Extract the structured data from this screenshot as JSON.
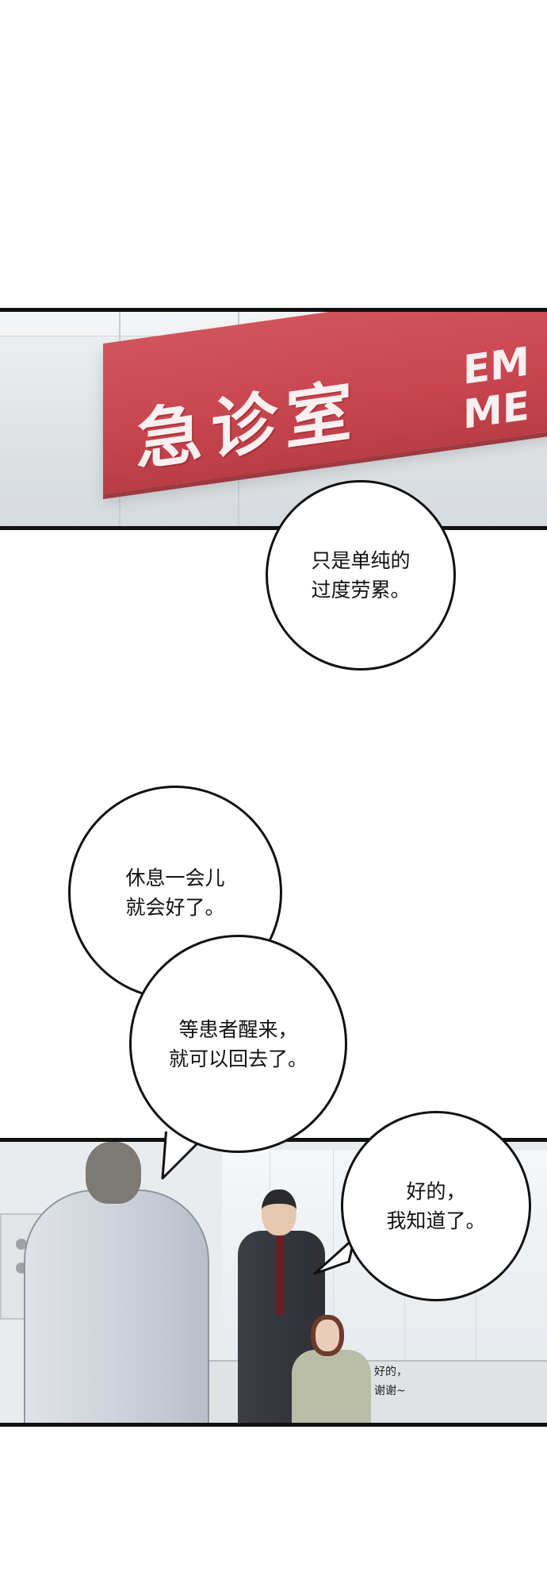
{
  "panel1": {
    "sign_cn": "急诊室",
    "sign_en_line1": "EM",
    "sign_en_line2": "ME"
  },
  "bubbles": [
    {
      "text": "只是单纯的\n过度劳累。"
    },
    {
      "text": "休息一会儿\n就会好了。"
    },
    {
      "text": "等患者醒来，\n就可以回去了。"
    },
    {
      "text": "好的，\n我知道了。"
    }
  ],
  "panel2": {
    "small_note": "好的，\n谢谢~"
  }
}
